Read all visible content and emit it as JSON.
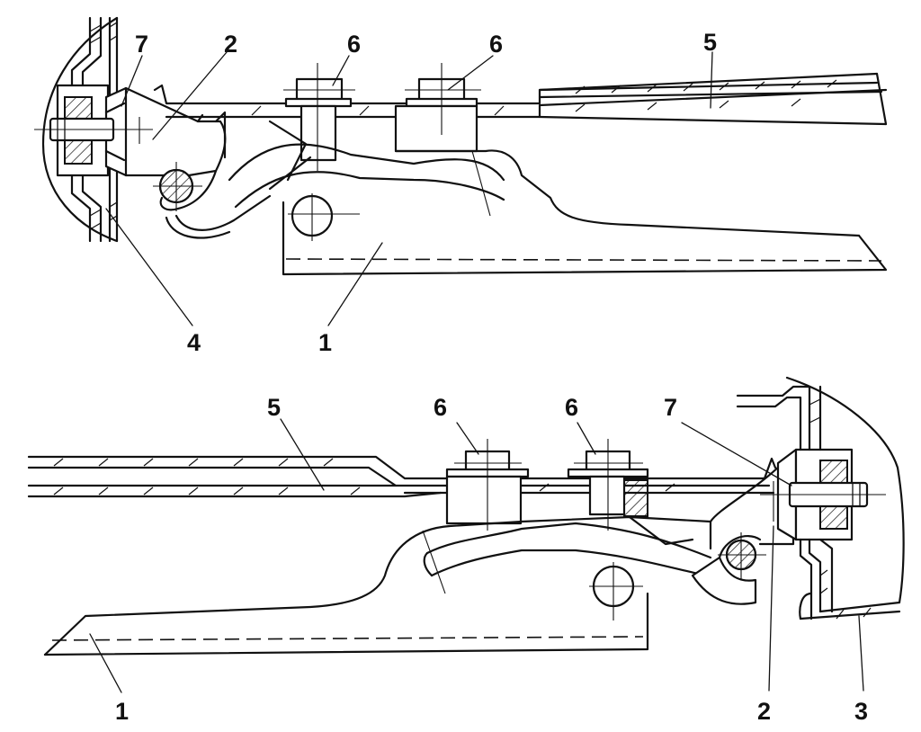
{
  "callouts": {
    "top": {
      "c7": "7",
      "c2": "2",
      "c6a": "6",
      "c6b": "6",
      "c5": "5",
      "c4": "4",
      "c1": "1"
    },
    "bottom": {
      "c5": "5",
      "c6a": "6",
      "c6b": "6",
      "c7": "7",
      "c1": "1",
      "c2": "2",
      "c3": "3"
    }
  }
}
